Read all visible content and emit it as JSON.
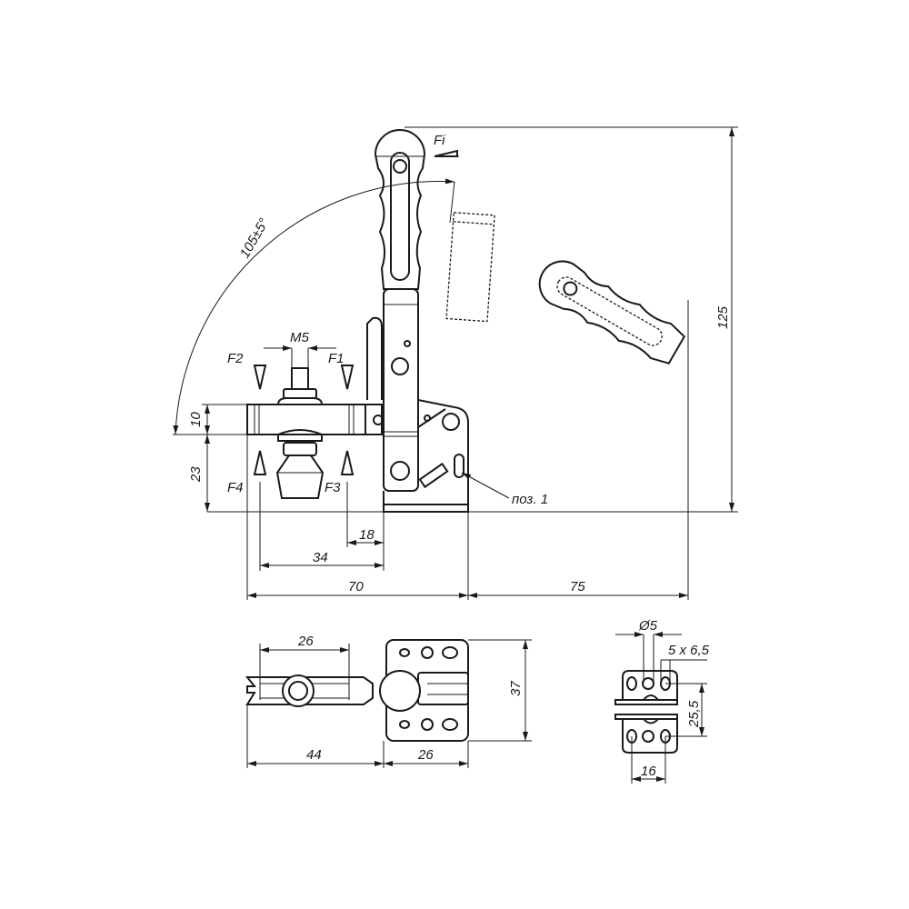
{
  "drawing": {
    "force_labels": {
      "fi": "Fi",
      "f1": "F1",
      "f2": "F2",
      "f3": "F3",
      "f4": "F4"
    },
    "angle": "105±5°",
    "thread": "M5",
    "position_label": "поз. 1",
    "front_view_dims": {
      "arm_thickness": "10",
      "spindle_height": "23",
      "d18": "18",
      "d34": "34",
      "d70": "70",
      "d75": "75",
      "height": "125"
    },
    "top_view_dims": {
      "arm_slot": "26",
      "arm_length": "44",
      "base_length": "26",
      "base_width": "37"
    },
    "base_plate_dims": {
      "hole_dia": "Ø5",
      "slot": "5 x 6,5",
      "hole_spacing_y": "25,5",
      "hole_spacing_x": "16"
    },
    "colors": {
      "line": "#1a1a1a",
      "background": "#ffffff"
    }
  }
}
